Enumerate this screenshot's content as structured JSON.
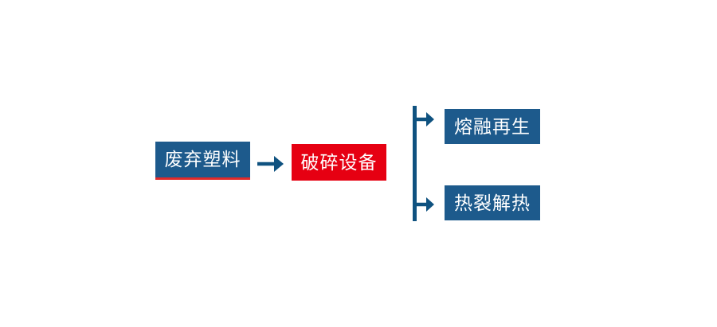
{
  "nodes": {
    "source": {
      "label": "废弃塑料"
    },
    "process": {
      "label": "破碎设备"
    },
    "branch_top": {
      "label": "熔融再生"
    },
    "branch_bottom": {
      "label": "热裂解热"
    }
  },
  "colors": {
    "node_blue": "#1d5a8c",
    "node_red": "#e60012",
    "source_underline": "#e02a2a",
    "connector": "#0f5280",
    "text": "#ffffff",
    "background": "#ffffff"
  }
}
